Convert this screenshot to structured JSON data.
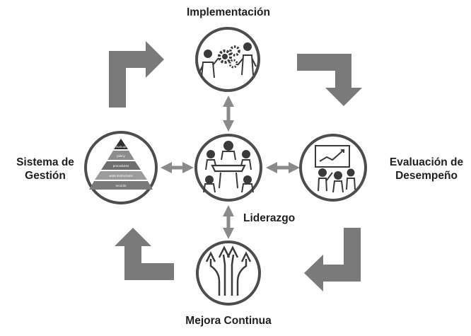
{
  "labels": {
    "top": "Implementación",
    "left_line1": "Sistema de",
    "left_line2": "Gestión",
    "right_line1": "Evaluación de",
    "right_line2": "Desempeño",
    "bottom": "Mejora Continua",
    "center": "Liderazgo"
  },
  "pyramid_levels": [
    "manual",
    "policy",
    "procedures",
    "work instructions",
    "records"
  ],
  "colors": {
    "arrow": "#7a7a7a",
    "circle_border": "#4d4d4d",
    "icon": "#3a3a3a",
    "text": "#1f1f1f"
  }
}
